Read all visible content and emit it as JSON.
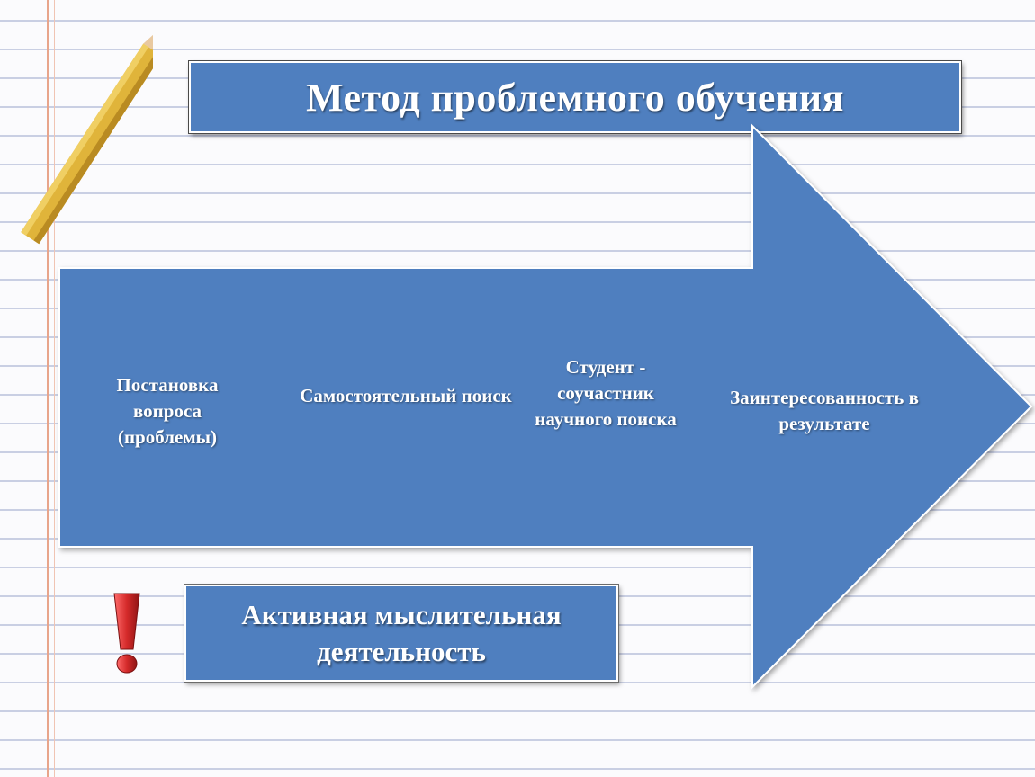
{
  "title": "Метод проблемного обучения",
  "steps": [
    {
      "label": "Постановка вопроса (проблемы)"
    },
    {
      "label": "Самостоятельный поиск"
    },
    {
      "label": "Студент - соучастник научного поиска"
    },
    {
      "label": "Заинтересованность в результате"
    }
  ],
  "result": {
    "label": "Активная мыслительная деятельность"
  },
  "colors": {
    "box_blue": "#4f7fbf",
    "exclaim_red": "#d42a2a",
    "paper_lines": "#c9cfe3",
    "margin_line": "#e8a58b"
  }
}
